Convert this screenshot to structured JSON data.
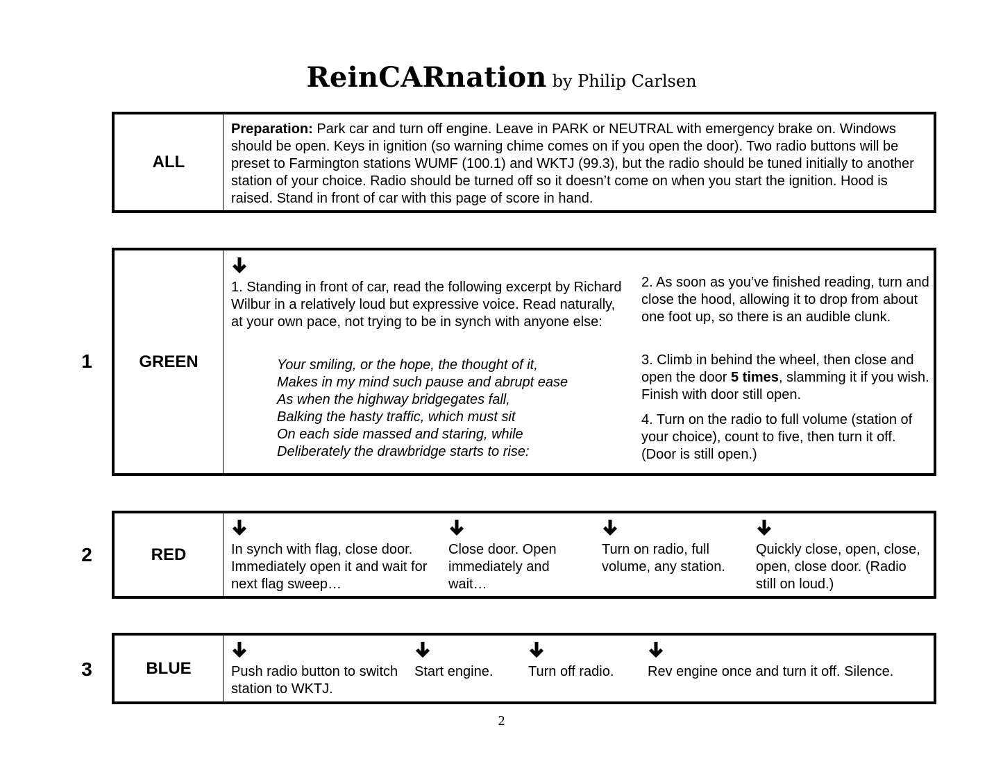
{
  "title": {
    "main": "ReinCARnation",
    "byline": "by Philip Carlsen"
  },
  "all": {
    "label": "ALL",
    "prep_label": "Preparation:",
    "prep_text": " Park car and turn off engine.   Leave in PARK or NEUTRAL with emergency brake on.  Windows should be open.  Keys in ignition (so warning chime comes on if you open the door).  Two radio buttons will be preset to Farmington stations WUMF (100.1) and WKTJ (99.3), but the radio should be tuned initially to another station of your choice.  Radio should be turned off so it doesn’t come on when you start the ignition.  Hood is raised.  Stand in front of car with this page of score in hand."
  },
  "green": {
    "number": "1",
    "label": "GREEN",
    "step1": "1.  Standing in front of car, read the following excerpt by Richard Wilbur in a relatively loud but expressive voice.  Read naturally, at your own pace, not trying to be in synch with anyone else:",
    "poem": [
      "Your smiling, or the hope, the thought of it,",
      "Makes in my mind such pause and abrupt ease",
      "As when the highway bridgegates fall,",
      "Balking the hasty traffic, which must sit",
      "On each side massed and staring, while",
      "Deliberately the drawbridge starts to rise:"
    ],
    "step2": "2.  As soon as you’ve finished reading, turn and close the hood, allowing it to drop from about one foot up, so there is an audible clunk.",
    "step3_before": "3.  Climb in behind the wheel, then close and open the door ",
    "step3_bold": "5 times",
    "step3_after": ", slamming it if you wish.  Finish with door still open.",
    "step4": "4.  Turn on the radio to full volume (station of your choice), count to five, then turn it off.  (Door is still open.)"
  },
  "red": {
    "number": "2",
    "label": "RED",
    "cues": [
      "In synch with flag, close door.  Immediately open it and wait for next flag sweep…",
      "Close door.  Open immediately and wait…",
      "Turn on radio, full volume, any station.",
      "Quickly close, open, close, open, close door.  (Radio still on loud.)"
    ]
  },
  "blue": {
    "number": "3",
    "label": "BLUE",
    "cues": [
      "Push radio button to switch station to WKTJ.",
      "Start engine.",
      "Turn off radio.",
      "Rev engine once and turn it off.  Silence."
    ]
  },
  "page_number": "2",
  "icons": {
    "cue": "down-arrow-icon"
  }
}
